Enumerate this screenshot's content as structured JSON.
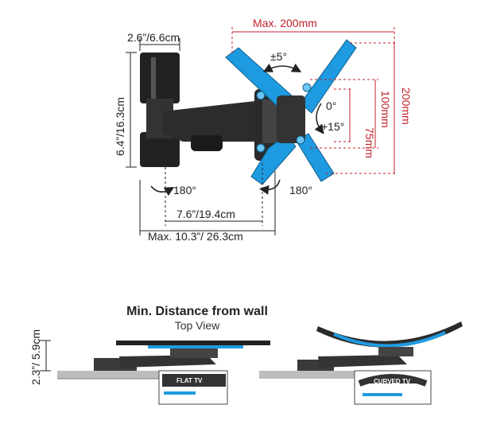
{
  "top_view": {
    "width_mount": "2.6”/6.6cm",
    "height_mount": "6.4”/16.3cm",
    "max_vesa_width": "Max. 200mm",
    "tilt": "±5°",
    "tilt_range_top": "0°",
    "tilt_range_bottom": "+15°",
    "vesa_75": "75mm",
    "vesa_100": "100mm",
    "vesa_200": "200mm",
    "swivel_left": "180°",
    "swivel_right": "180°",
    "arm_length": "7.6”/19.4cm",
    "max_extension": "Max. 10.3”/ 26.3cm"
  },
  "bottom_view": {
    "title": "Min. Distance from wall",
    "subtitle": "Top View",
    "distance": "2.3”/ 5.9cm",
    "flat_label": "FLAT TV",
    "curved_label": "CURVED TV"
  },
  "colors": {
    "accent_blue": "#1e9be0",
    "dim_red": "#c0202a",
    "bracket_dark": "#2a2a2a"
  }
}
